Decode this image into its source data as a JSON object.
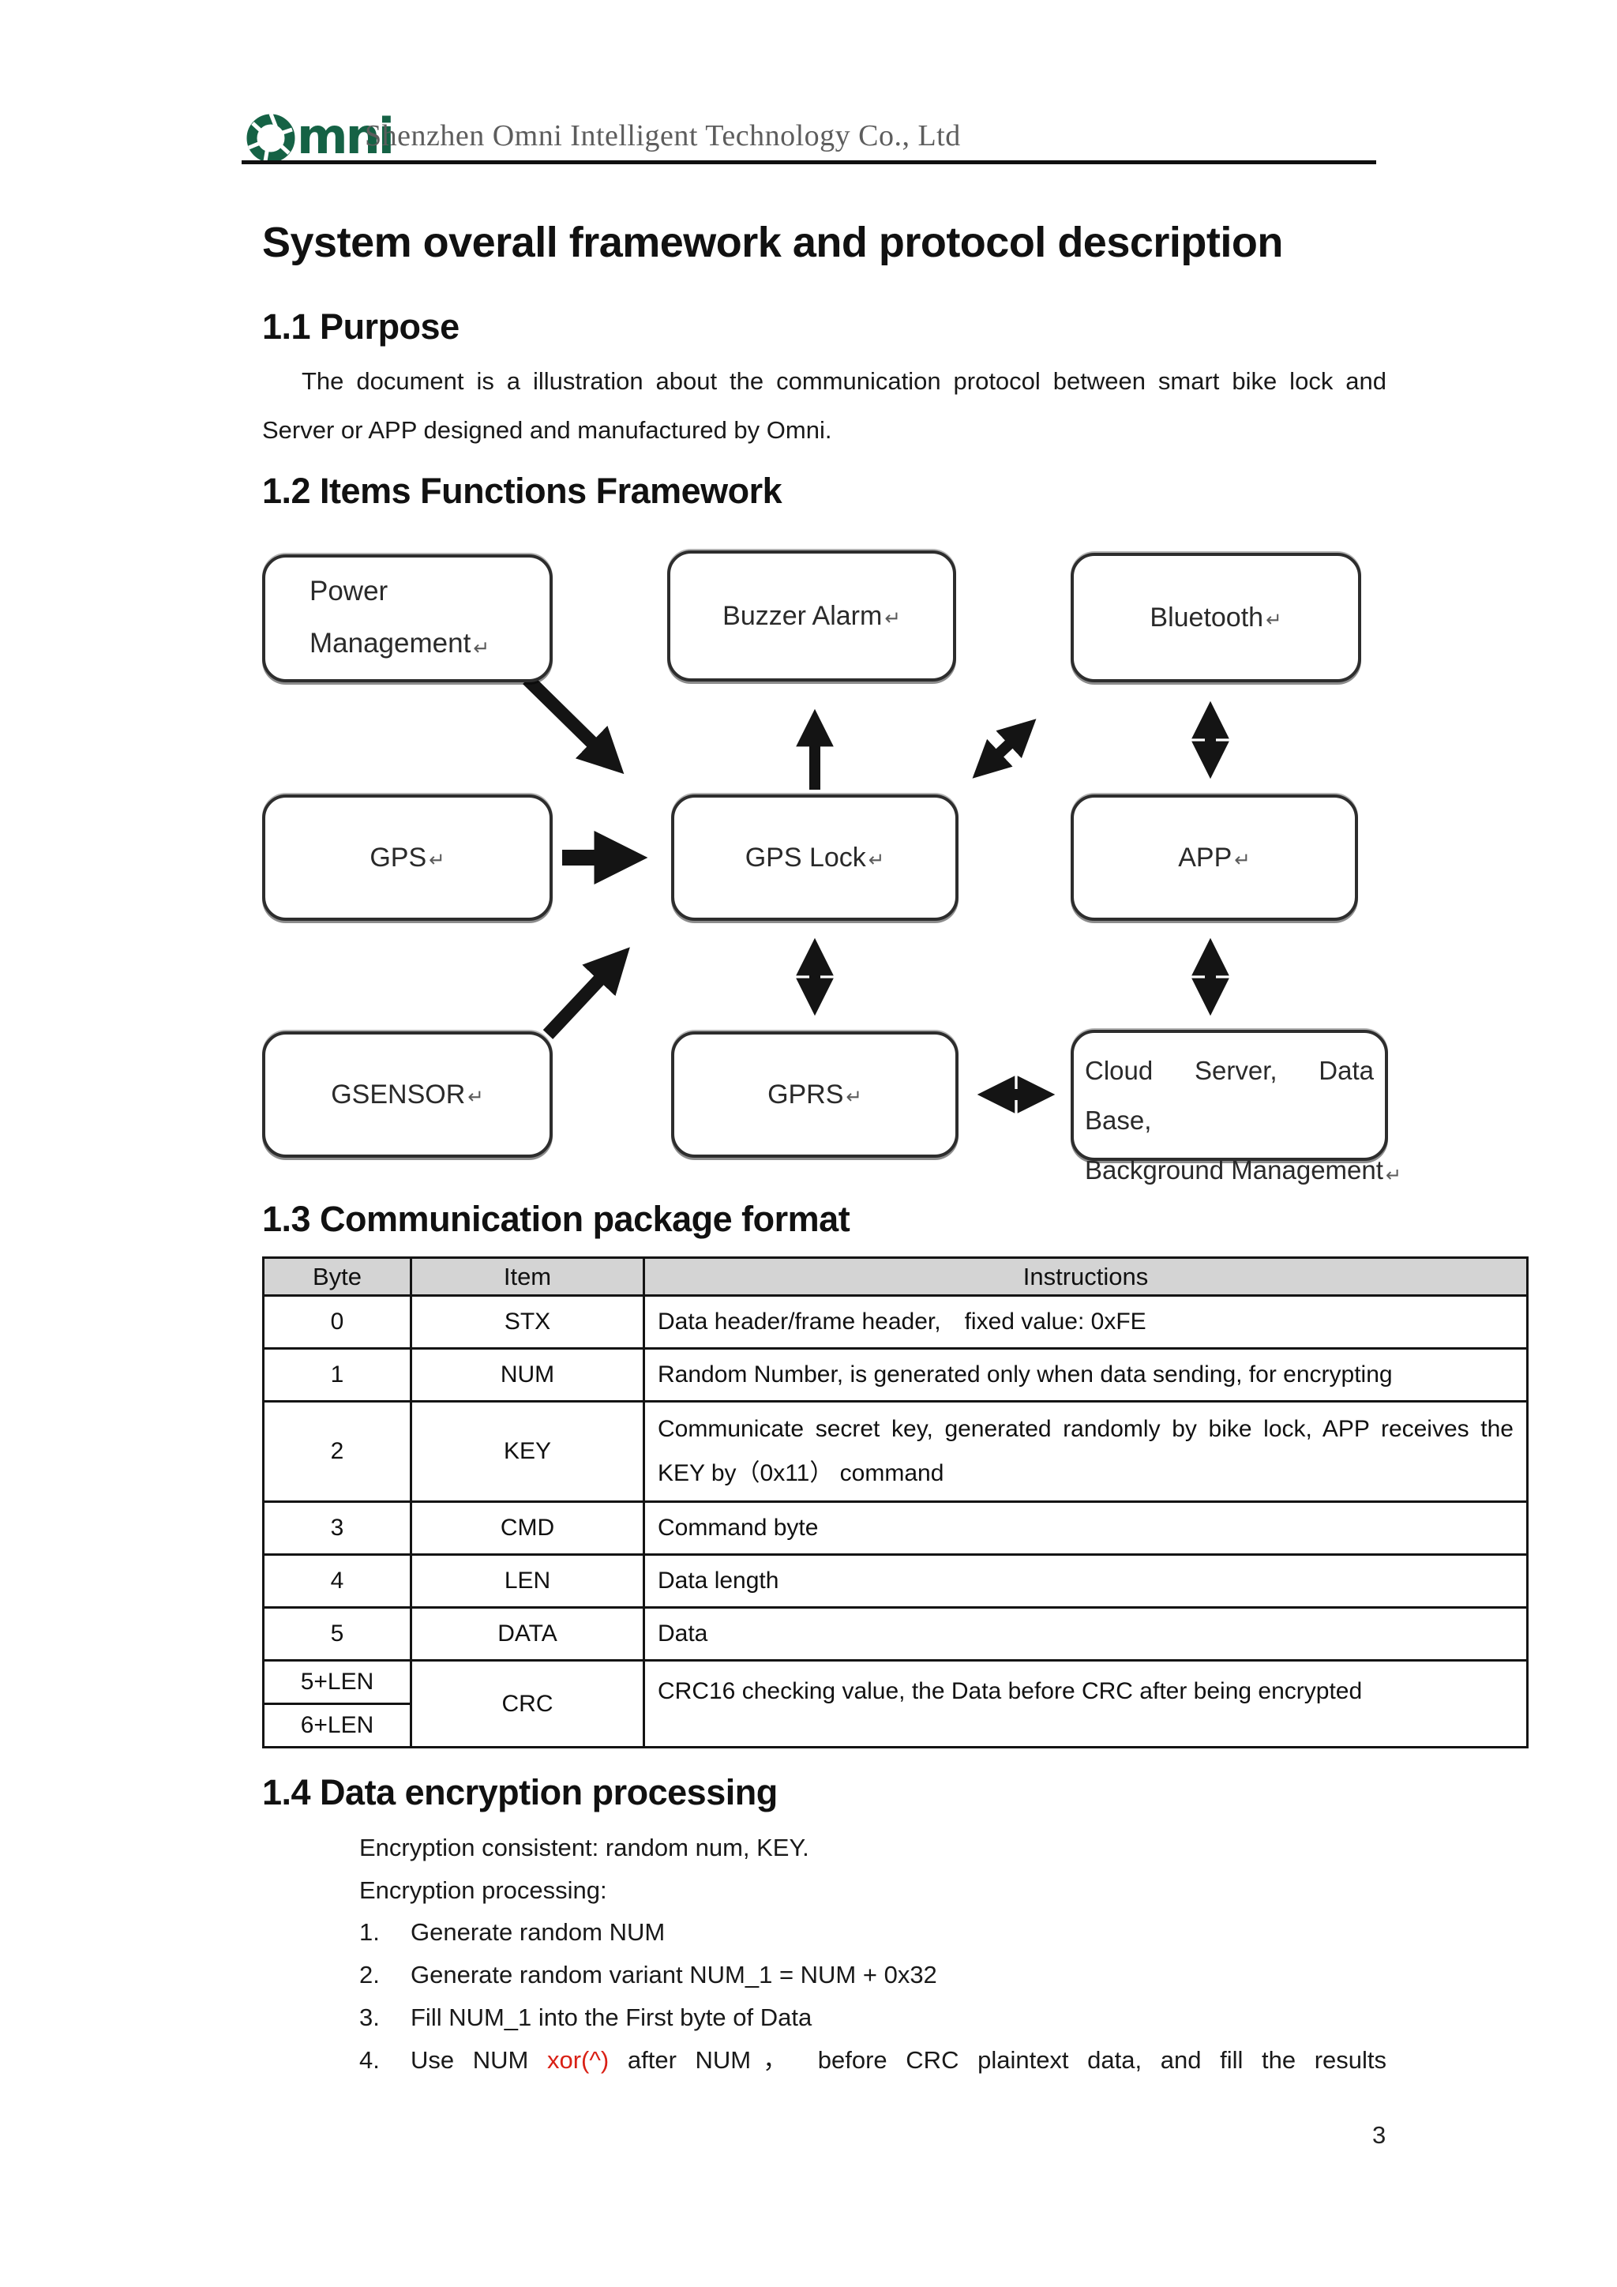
{
  "header": {
    "logo_text": "mni",
    "company": "Shenzhen Omni Intelligent Technology Co., Ltd"
  },
  "title": "System overall framework and protocol description",
  "s11": {
    "heading": "1.1 Purpose",
    "body": "The document is a illustration about the communication protocol between smart bike lock and Server or APP designed and manufactured by Omni."
  },
  "s12": {
    "heading": "1.2 Items Functions Framework"
  },
  "s13": {
    "heading": "1.3 Communication package format"
  },
  "s14": {
    "heading": "1.4 Data encryption processing"
  },
  "diagram": {
    "return_mark": "↵",
    "power_line1": "Power",
    "power_line2": "Management",
    "buzzer": "Buzzer Alarm",
    "bluetooth": "Bluetooth",
    "gps": "GPS",
    "gps_lock": "GPS Lock",
    "app": "APP",
    "gsensor": "GSENSOR",
    "gprs": "GPRS",
    "cloud_line1": "Cloud Server, Data Base,",
    "cloud_line2": "Background Management"
  },
  "table": {
    "headers": {
      "byte": "Byte",
      "item": "Item",
      "instructions": "Instructions"
    },
    "rows": [
      {
        "byte": "0",
        "item": "STX",
        "instr": "Data header/frame header,　fixed value: 0xFE"
      },
      {
        "byte": "1",
        "item": "NUM",
        "instr": "Random Number, is generated only when data sending, for encrypting"
      },
      {
        "byte": "2",
        "item": "KEY",
        "instr": "Communicate secret key, generated randomly by bike lock, APP receives the KEY by（0x11） command"
      },
      {
        "byte": "3",
        "item": "CMD",
        "instr": "Command byte"
      },
      {
        "byte": "4",
        "item": "LEN",
        "instr": "Data length"
      },
      {
        "byte": "5",
        "item": "DATA",
        "instr": "Data"
      }
    ],
    "crc": {
      "byte_a": "5+LEN",
      "byte_b": "6+LEN",
      "item": "CRC",
      "instr": "CRC16 checking value, the Data before CRC after being encrypted"
    }
  },
  "encryption": {
    "consistent": "Encryption consistent: random num, KEY.",
    "processing": "Encryption processing:",
    "items": [
      {
        "num": "1.",
        "text": "Generate random NUM"
      },
      {
        "num": "2.",
        "text": "Generate random variant NUM_1 = NUM + 0x32"
      },
      {
        "num": "3.",
        "text": "Fill NUM_1 into the First byte of Data"
      },
      {
        "num": "4.",
        "pre": "Use NUM ",
        "red": "xor(^)",
        "post": " after NUM， before CRC plaintext data, and fill the results"
      }
    ]
  },
  "page_number": "3"
}
